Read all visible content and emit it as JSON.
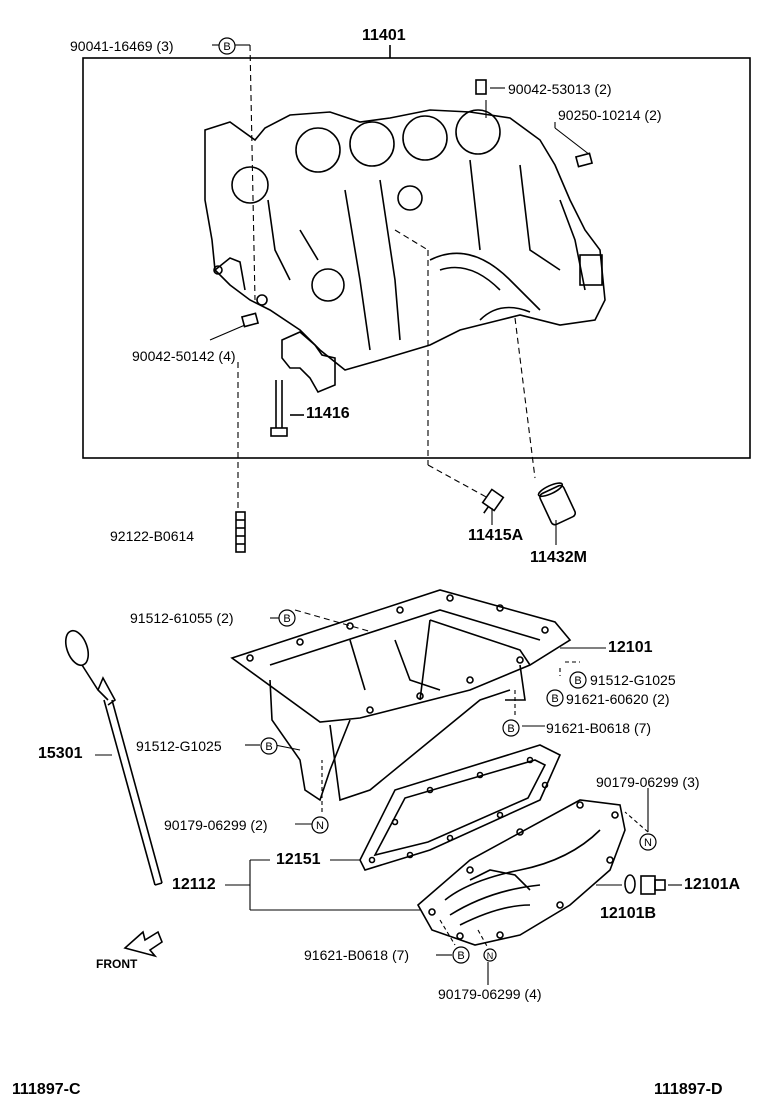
{
  "colors": {
    "ink": "#000000",
    "paper": "#ffffff"
  },
  "labels": {
    "p_90041_16469": "90041-16469 (3)",
    "p_11401": "11401",
    "p_90042_53013": "90042-53013 (2)",
    "p_90250_10214": "90250-10214 (2)",
    "p_90042_50142": "90042-50142 (4)",
    "p_11416": "11416",
    "p_92122_b0614": "92122-B0614",
    "p_11415a": "11415A",
    "p_11432m": "11432M",
    "p_91512_61055": "91512-61055 (2)",
    "p_12101": "12101",
    "p_91512_g1025_r": "91512-G1025",
    "p_91621_60620": "91621-60620 (2)",
    "p_91621_b0618_mid": "91621-B0618 (7)",
    "p_15301": "15301",
    "p_91512_g1025_l": "91512-G1025",
    "p_90179_06299_3": "90179-06299 (3)",
    "p_90179_06299_2": "90179-06299 (2)",
    "p_12151": "12151",
    "p_12112": "12112",
    "p_12101a": "12101A",
    "p_12101b": "12101B",
    "p_91621_b0618_bot": "91621-B0618 (7)",
    "p_90179_06299_4": "90179-06299 (4)",
    "front": "FRONT",
    "ref_left": "111897-C",
    "ref_right": "111897-D"
  },
  "callouts": {
    "b": "B",
    "n": "N"
  }
}
